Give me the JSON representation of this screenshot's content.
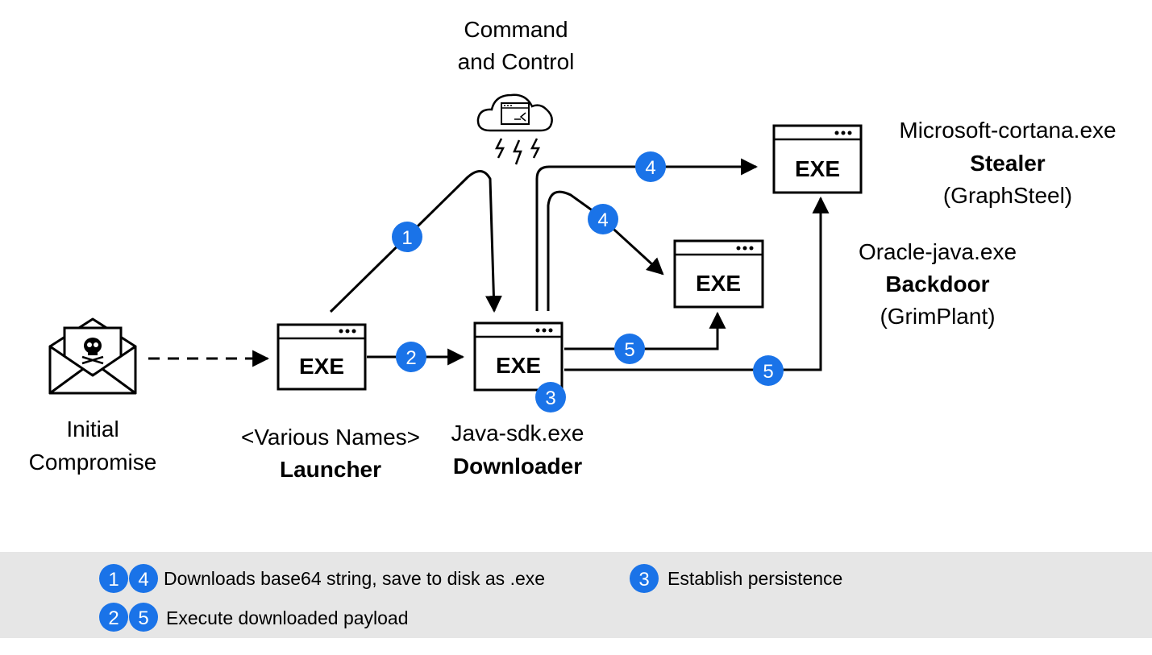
{
  "colors": {
    "badge": "#1a73e8",
    "legend_bg": "#e6e6e6",
    "stroke": "#000000"
  },
  "icons": {
    "email": "malicious-email-icon",
    "cloud": "cloud-terminal-icon",
    "lightning": "lightning-icon",
    "window_dots": "window-dots-icon"
  },
  "c2": {
    "line1": "Command",
    "line2": "and Control"
  },
  "initial": {
    "line1": "Initial",
    "line2": "Compromise"
  },
  "launcher": {
    "name": "<Various Names>",
    "role": "Launcher"
  },
  "downloader": {
    "name": "Java-sdk.exe",
    "role": "Downloader"
  },
  "stealer": {
    "name": "Microsoft-cortana.exe",
    "role": "Stealer",
    "family": "(GraphSteel)"
  },
  "backdoor": {
    "name": "Oracle-java.exe",
    "role": "Backdoor",
    "family": "(GrimPlant)"
  },
  "exe_label": "EXE",
  "badges": {
    "b1": "1",
    "b2": "2",
    "b3": "3",
    "b4": "4",
    "b5": "5"
  },
  "legend": {
    "row1_badges": [
      "1",
      "4"
    ],
    "row1_text": "Downloads base64 string, save to disk as .exe",
    "row2_badges": [
      "2",
      "5"
    ],
    "row2_text": "Execute downloaded payload",
    "row3_badge": "3",
    "row3_text": "Establish persistence"
  }
}
